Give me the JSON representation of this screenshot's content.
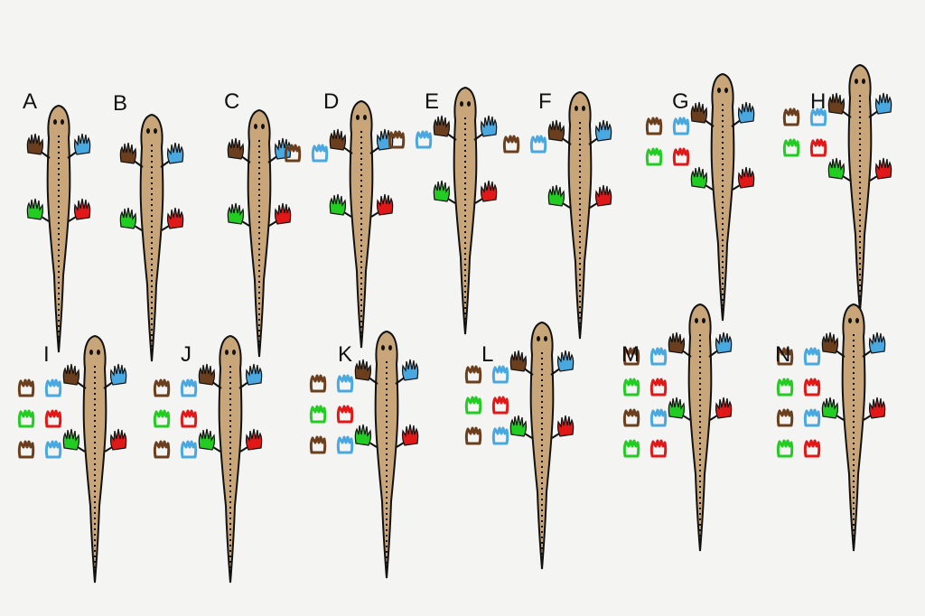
{
  "figure": {
    "panels": [
      {
        "label": "A"
      },
      {
        "label": "B"
      },
      {
        "label": "C"
      },
      {
        "label": "D"
      },
      {
        "label": "E"
      },
      {
        "label": "F"
      },
      {
        "label": "G"
      },
      {
        "label": "H"
      },
      {
        "label": "I"
      },
      {
        "label": "J"
      },
      {
        "label": "K"
      },
      {
        "label": "L"
      },
      {
        "label": "M"
      },
      {
        "label": "N"
      }
    ],
    "colors": {
      "body": "#c9a57a",
      "outline": "#111111",
      "left_hand": "#6b3f1e",
      "right_hand": "#4aa8e0",
      "left_foot": "#22cc22",
      "right_foot": "#e01818",
      "background": "#f4f4f2"
    },
    "icons": {
      "animal": "lizard-body-icon",
      "hand": "handprint-icon",
      "footprint": "footprint-icon"
    }
  }
}
